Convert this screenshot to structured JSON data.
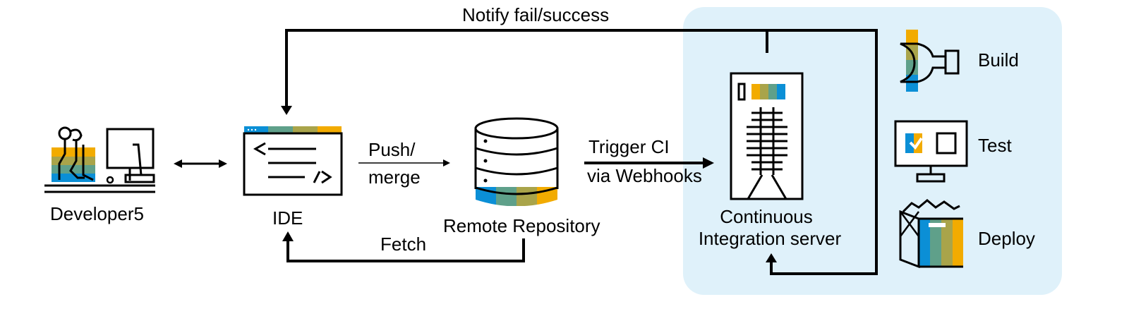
{
  "labels": {
    "notify": "Notify fail/success",
    "developer": "Developer5",
    "ide": "IDE",
    "push_line1": "Push/",
    "push_line2": "merge",
    "remote_repo": "Remote Repository",
    "trigger_line1": "Trigger CI",
    "trigger_line2": "via Webhooks",
    "ci_line1": "Continuous",
    "ci_line2": "Integration server",
    "fetch": "Fetch",
    "build": "Build",
    "test": "Test",
    "deploy": "Deploy"
  },
  "icons": {
    "developer": "developer-at-desk-icon",
    "ide": "code-editor-icon",
    "repo": "database-icon",
    "server": "server-tower-icon",
    "build": "wrench-icon",
    "test": "monitor-checkbox-icon",
    "deploy": "package-deploy-icon"
  },
  "colors": {
    "ci_panel": "#dff1fa",
    "blue": "#0b8fd6",
    "teal": "#5fa08a",
    "olive": "#a9a44a",
    "orange": "#f2ab00",
    "line": "#000000"
  }
}
